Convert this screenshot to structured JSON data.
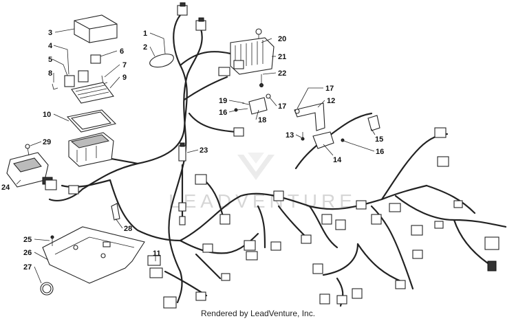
{
  "watermark": "LEADVENTURE",
  "credit": "Rendered by LeadVenture, Inc.",
  "callouts": {
    "c1": "1",
    "c2": "2",
    "c3": "3",
    "c4": "4",
    "c5": "5",
    "c6": "6",
    "c7": "7",
    "c8": "8",
    "c9": "9",
    "c10": "10",
    "c11": "11",
    "c12": "12",
    "c13": "13",
    "c14": "14",
    "c15": "15",
    "c16a": "16",
    "c16b": "16",
    "c17a": "17",
    "c17b": "17",
    "c18": "18",
    "c19": "19",
    "c20": "20",
    "c21": "21",
    "c22": "22",
    "c23": "23",
    "c24": "24",
    "c25": "25",
    "c26": "26",
    "c27": "27",
    "c28": "28",
    "c29": "29"
  }
}
